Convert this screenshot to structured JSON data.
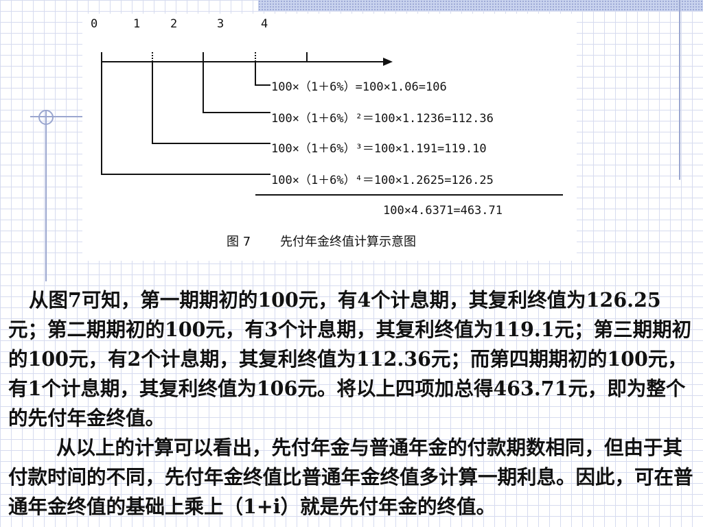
{
  "figure": {
    "ticks": [
      "0",
      "1",
      "2",
      "3",
      "4"
    ],
    "rows": [
      "100×（1＋6%）=100×1.06=106",
      "100×（1＋6%）²＝100×1.1236=112.36",
      "100×（1＋6%）³＝100×1.191=119.10",
      "100×（1＋6%）⁴＝100×1.2625=126.25"
    ],
    "total": "100×4.6371=463.71",
    "caption": {
      "number": "图 7",
      "title": "先付年金终值计算示意图"
    }
  },
  "body": {
    "paragraph1": "从图7可知，第一期期初的100元，有4个计息期，其复利终值为126.25元；第二期期初的100元，有3个计息期，其复利终值为119.1元；第三期期初的100元，有2个计息期，其复利终值为112.36元；而第四期期初的100元，有1个计息期，其复利终值为106元。将以上四项加总得463.71元，即为整个的先付年金终值。",
    "paragraph2": "从以上的计算可以看出，先付年金与普通年金的付款期数相同，但由于其付款时间的不同，先付年金终值比普通年金终值多计算一期利息。因此，可在普通年金终值的基础上乘上（1+i）就是先付年金的终值。"
  }
}
